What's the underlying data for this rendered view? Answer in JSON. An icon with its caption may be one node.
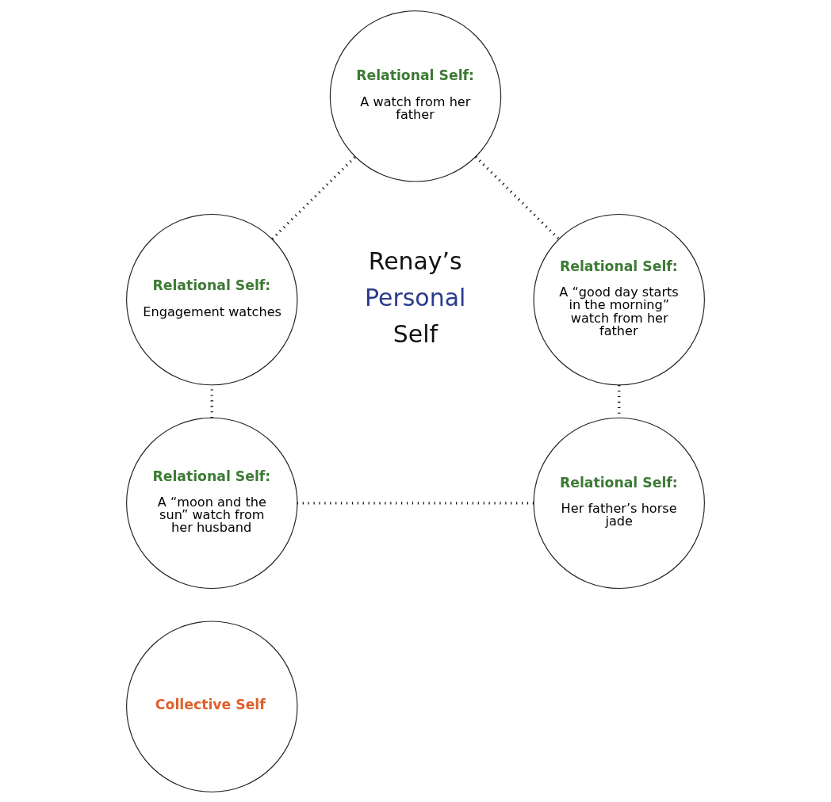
{
  "diagram": {
    "nodes": [
      {
        "text": [
          "Relational Self:",
          "A watch from her father"
        ]
      },
      {
        "text": [
          "Relational Self:",
          "A “good day starts in the morning” watch from her father"
        ]
      },
      {
        "text": [
          "Relational Self:",
          "Engagement watches"
        ]
      },
      {
        "text": [
          "Relational Self:",
          "Her father’s horse jade"
        ]
      },
      {
        "text": [
          "Relational Self:",
          "A “moon and the sun” watch from her husband"
        ]
      },
      {
        "text": [
          "Collective Self"
        ]
      }
    ],
    "edges": [
      {
        "from": 0,
        "to": 1,
        "arrow": "none",
        "style": "dashed"
      },
      {
        "from": 1,
        "to": 3,
        "arrow": "none",
        "style": "dashed"
      },
      {
        "from": 3,
        "to": 4,
        "arrow": "none",
        "style": "dashed"
      },
      {
        "from": 4,
        "to": 2,
        "arrow": "none",
        "style": "dashed"
      },
      {
        "from": 2,
        "to": 0,
        "arrow": "none",
        "style": "dashed"
      }
    ],
    "labels": [
      "Renay’s",
      "Personal",
      "Self"
    ]
  }
}
